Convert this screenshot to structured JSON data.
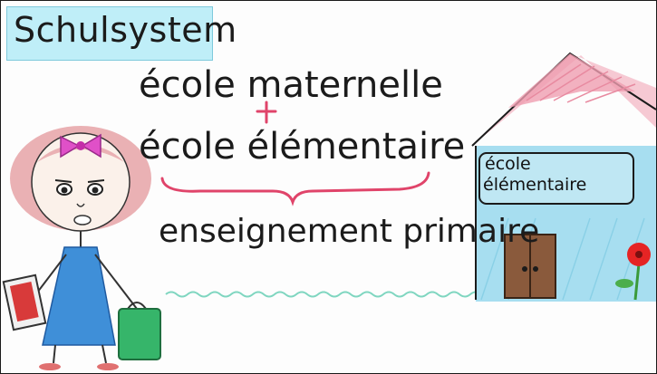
{
  "title": "Schulsystem",
  "lines": {
    "line1": "école maternelle",
    "plus": "+",
    "line2": "école élémentaire",
    "line3": "enseignement primaire"
  },
  "school_sign": {
    "line1": "école",
    "line2": "élémentaire"
  },
  "colors": {
    "title_bg": "#bfeef8",
    "plus_and_brace": "#e0446a",
    "roof": "#e88aa0",
    "house_wall": "#9fdcf0",
    "dress": "#3f8fd8",
    "hair": "#e9a0a0",
    "bow": "#e050c8",
    "ground": "#7fd6c0"
  },
  "icons": [
    "girl-illustration",
    "school-house-illustration",
    "red-flower-icon",
    "suitcase-icon",
    "book-icon"
  ]
}
